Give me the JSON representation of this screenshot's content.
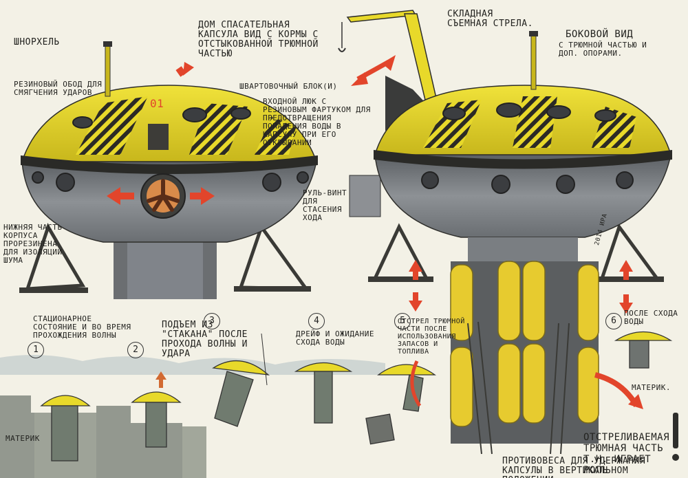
{
  "labels": {
    "shtorkhel": "шнорхель",
    "rubber_rim": "Резиновый обод для смягчения ударов",
    "rescue_capsule": "Дом спасательная капсула вид с кормы с отстыкованной трюмной частью",
    "mooring_block": "швартовочный блок(и)",
    "folding_boom": "складная съемная стрела.",
    "side_view": "Боковой вид",
    "side_view_sub": "с трюмной частью и доп. опорами.",
    "entry_hatch": "Входной люк с резиновым фартуком для предотвращения попадения воды в капсулу при его открывании",
    "rudder_screw": "Руль-винт для стасения хода",
    "lower_hull": "Нижняя часть корпуса прорезинена для изоляции шума",
    "ocean_floor": "материк",
    "ocean_floor_right": "материк.",
    "counterweight_part": "Отстреливаемая трюмная часть т.н. играет роль",
    "counterweight_sub": "противовеса для удержания капсулы в вертикальном положении",
    "signature": "2014 ИРА"
  },
  "deck_number": "01",
  "stages": [
    {
      "num": "1",
      "text": "Стационарное состояние и во время прохождения волны"
    },
    {
      "num": "2",
      "text": ""
    },
    {
      "num": "3",
      "text": "Подъем из \"стакана\" после прохода волны и удара"
    },
    {
      "num": "4",
      "text": "Дрейф и ожидание схода воды"
    },
    {
      "num": "5",
      "text": "Отстрел трюмной части после использования запасов и топлива"
    },
    {
      "num": "6",
      "text": "после схода воды"
    }
  ],
  "colors": {
    "paper": "#f3f1e6",
    "yellow": "#e8d92a",
    "hull": "#7d8186",
    "hull_dark": "#4f5357",
    "accent": "#e2452b",
    "ink": "#22221f",
    "tank": "#e7cb2f"
  }
}
